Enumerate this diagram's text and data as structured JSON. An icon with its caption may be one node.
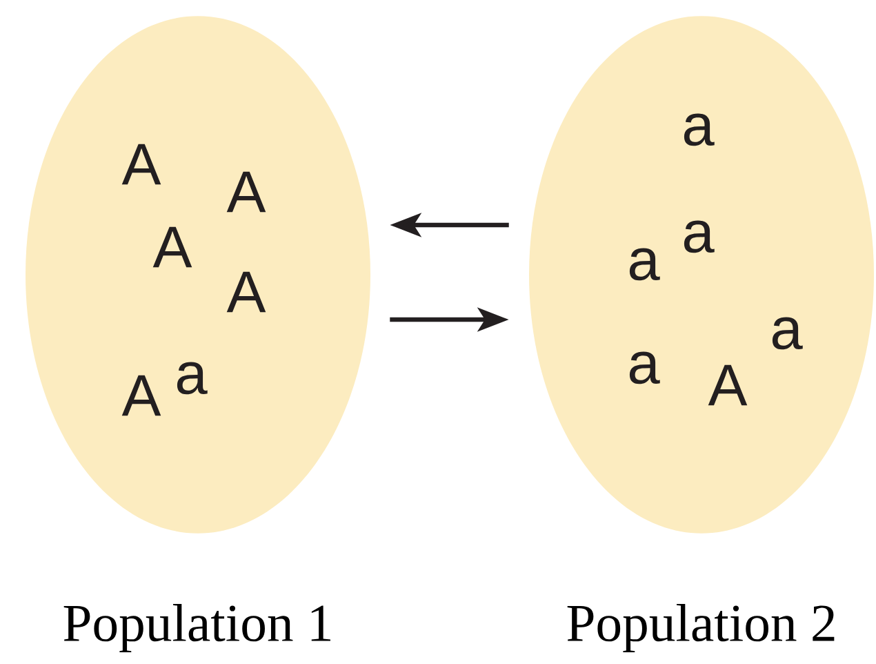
{
  "diagram": {
    "nodes": [
      {
        "text": [
          "A",
          "A",
          "A",
          "A",
          "A",
          "a",
          "Population 1"
        ]
      },
      {
        "text": [
          "a",
          "a",
          "a",
          "a",
          "a",
          "A",
          "Population 2"
        ]
      }
    ],
    "edges": [
      {
        "from": 1,
        "to": 0,
        "arrow": "to"
      },
      {
        "from": 0,
        "to": 1,
        "arrow": "to"
      }
    ]
  }
}
